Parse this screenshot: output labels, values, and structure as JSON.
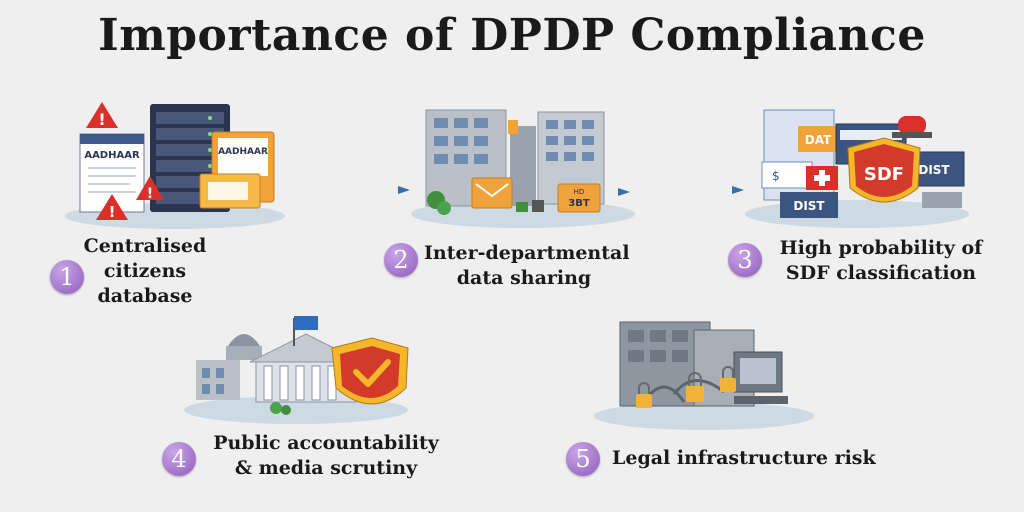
{
  "title": "Importance of DPDP Compliance",
  "items": [
    {
      "number": "1",
      "lines": [
        "Centralised",
        "citizens",
        "database"
      ],
      "icon": "server-database-icon",
      "doc_labels": [
        "AADHAAR",
        "AADHAAR"
      ]
    },
    {
      "number": "2",
      "lines": [
        "Inter-departmental",
        "data sharing"
      ],
      "icon": "buildings-data-sharing-icon",
      "doc_labels": [
        "HD",
        "3BT"
      ]
    },
    {
      "number": "3",
      "lines": [
        "High probability of",
        "SDF classification"
      ],
      "icon": "sdf-shield-icon",
      "doc_labels": [
        "DAT",
        "SDF",
        "DIST",
        "DIST",
        "$"
      ]
    },
    {
      "number": "4",
      "lines": [
        "Public accountability",
        "& media scrutiny"
      ],
      "icon": "government-shield-icon"
    },
    {
      "number": "5",
      "lines": [
        "Legal infrastructure risk"
      ],
      "icon": "locked-infrastructure-icon"
    }
  ],
  "colors": {
    "number_badge": "#9b6bc6",
    "warning_red": "#d9302a",
    "folder_orange": "#f0a33a",
    "shield_red": "#d23a2a",
    "shield_gold": "#f5b72a",
    "server_navy": "#2b3550",
    "building_gray": "#b9c0c8"
  }
}
